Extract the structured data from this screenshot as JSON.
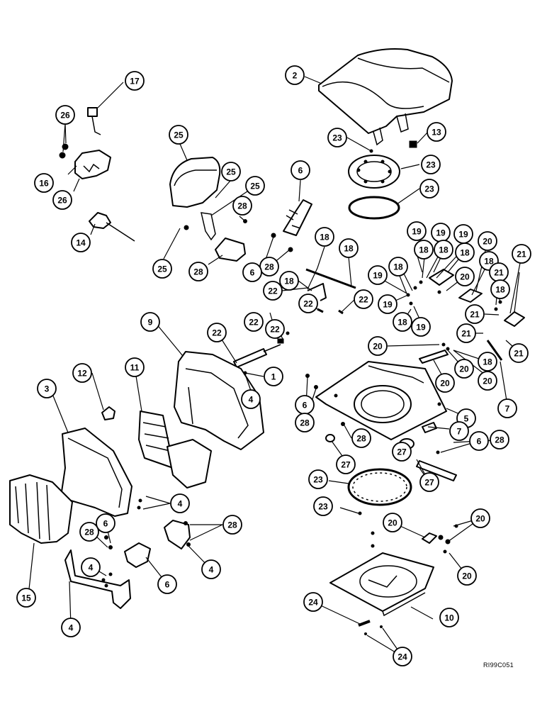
{
  "drawing_ref": "RI99C051",
  "callouts": [
    {
      "label": "2"
    },
    {
      "label": "13"
    },
    {
      "label": "23"
    },
    {
      "label": "23"
    },
    {
      "label": "23"
    },
    {
      "label": "17"
    },
    {
      "label": "26"
    },
    {
      "label": "16"
    },
    {
      "label": "26"
    },
    {
      "label": "14"
    },
    {
      "label": "25"
    },
    {
      "label": "25"
    },
    {
      "label": "25"
    },
    {
      "label": "28"
    },
    {
      "label": "25"
    },
    {
      "label": "28"
    },
    {
      "label": "6"
    },
    {
      "label": "28"
    },
    {
      "label": "6"
    },
    {
      "label": "18"
    },
    {
      "label": "18"
    },
    {
      "label": "18"
    },
    {
      "label": "22"
    },
    {
      "label": "22"
    },
    {
      "label": "22"
    },
    {
      "label": "22"
    },
    {
      "label": "22"
    },
    {
      "label": "22"
    },
    {
      "label": "9"
    },
    {
      "label": "1"
    },
    {
      "label": "4"
    },
    {
      "label": "19"
    },
    {
      "label": "19"
    },
    {
      "label": "19"
    },
    {
      "label": "20"
    },
    {
      "label": "18"
    },
    {
      "label": "18"
    },
    {
      "label": "18"
    },
    {
      "label": "21"
    },
    {
      "label": "19"
    },
    {
      "label": "18"
    },
    {
      "label": "20"
    },
    {
      "label": "18"
    },
    {
      "label": "21"
    },
    {
      "label": "18"
    },
    {
      "label": "19"
    },
    {
      "label": "18"
    },
    {
      "label": "19"
    },
    {
      "label": "21"
    },
    {
      "label": "21"
    },
    {
      "label": "21"
    },
    {
      "label": "20"
    },
    {
      "label": "18"
    },
    {
      "label": "20"
    },
    {
      "label": "20"
    },
    {
      "label": "20"
    },
    {
      "label": "7"
    },
    {
      "label": "5"
    },
    {
      "label": "7"
    },
    {
      "label": "6"
    },
    {
      "label": "28"
    },
    {
      "label": "28"
    },
    {
      "label": "27"
    },
    {
      "label": "27"
    },
    {
      "label": "6"
    },
    {
      "label": "28"
    },
    {
      "label": "27"
    },
    {
      "label": "23"
    },
    {
      "label": "23"
    },
    {
      "label": "12"
    },
    {
      "label": "11"
    },
    {
      "label": "3"
    },
    {
      "label": "4"
    },
    {
      "label": "28"
    },
    {
      "label": "6"
    },
    {
      "label": "28"
    },
    {
      "label": "4"
    },
    {
      "label": "6"
    },
    {
      "label": "4"
    },
    {
      "label": "15"
    },
    {
      "label": "4"
    },
    {
      "label": "20"
    },
    {
      "label": "20"
    },
    {
      "label": "20"
    },
    {
      "label": "24"
    },
    {
      "label": "10"
    },
    {
      "label": "24"
    }
  ]
}
